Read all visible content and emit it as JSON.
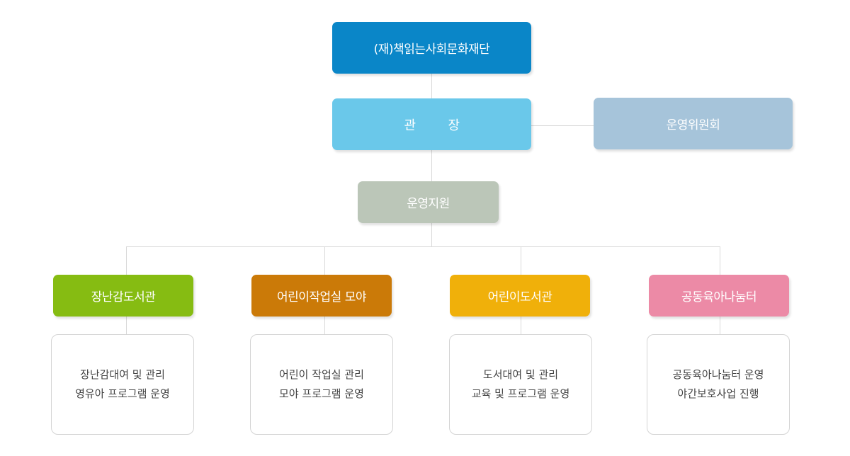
{
  "foundation": {
    "label": "(재)책읽는사회문화재단"
  },
  "director": {
    "char1": "관",
    "char2": "장"
  },
  "committee": {
    "label": "운영위원회"
  },
  "support": {
    "label": "운영지원"
  },
  "departments": [
    {
      "name": "장난감도서관",
      "color": "#86bc12",
      "duties": [
        "장난감대여 및 관리",
        "영유아 프로그램 운영"
      ]
    },
    {
      "name": "어린이작업실 모야",
      "color": "#cb7a08",
      "duties": [
        "어린이 작업실 관리",
        "모야 프로그램 운영"
      ]
    },
    {
      "name": "어린이도서관",
      "color": "#f0b00a",
      "duties": [
        "도서대여 및 관리",
        "교육 및 프로그램 운영"
      ]
    },
    {
      "name": "공동육아나눔터",
      "color": "#ec8aa6",
      "duties": [
        "공동육아나눔터 운영",
        "야간보호사업 진행"
      ]
    }
  ]
}
